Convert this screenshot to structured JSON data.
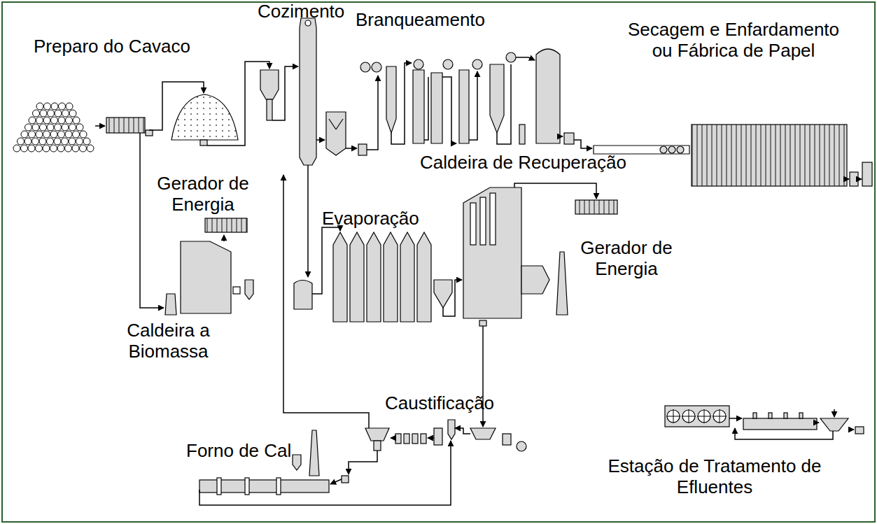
{
  "diagram": {
    "labels": [
      "Preparo do Cavaco",
      "Cozimento",
      "Branqueamento",
      "Secagem e Enfardamento ou Fábrica de Papel",
      "Gerador de Energia",
      "Caldeira de Recuperação",
      "Evaporação",
      "Gerador de Energia",
      "Caldeira a Biomassa",
      "Caustificação",
      "Forno de Cal",
      "Estação de Tratamento de Efluentes"
    ]
  }
}
